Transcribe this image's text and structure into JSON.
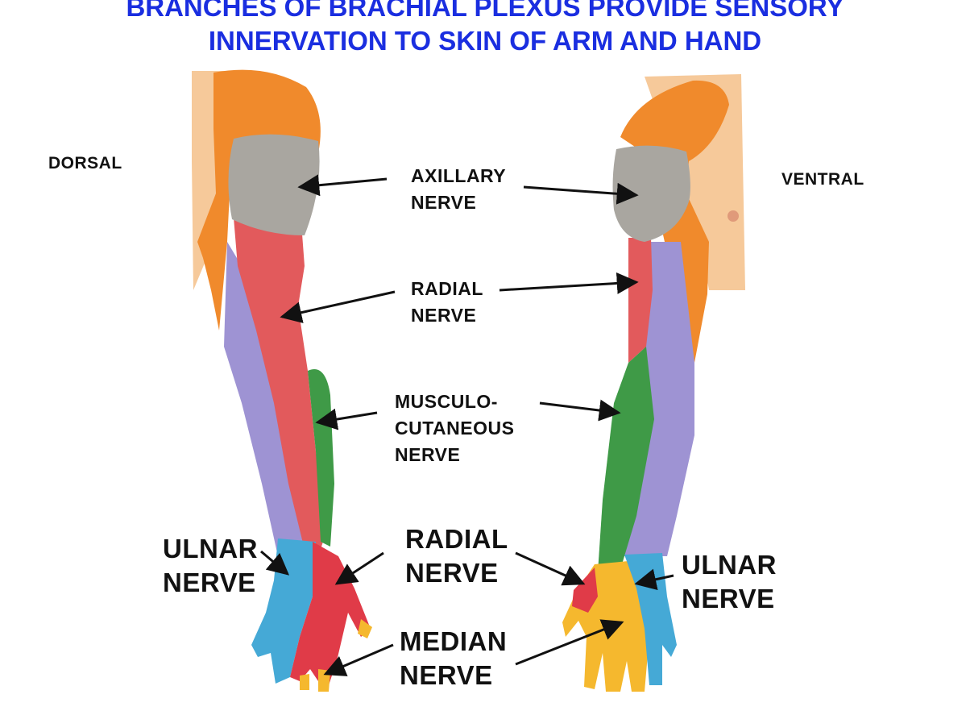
{
  "title": {
    "line1": "BRANCHES OF BRACHIAL PLEXUS PROVIDE SENSORY",
    "line2": "INNERVATION TO SKIN OF ARM AND HAND",
    "color": "#1a2ee0"
  },
  "views": {
    "dorsal": "DORSAL",
    "ventral": "VENTRAL"
  },
  "labels": {
    "axillary": {
      "line1": "AXILLARY",
      "line2": "NERVE"
    },
    "radial_upper": {
      "line1": "RADIAL",
      "line2": "NERVE"
    },
    "musculocutaneous": {
      "line1": "MUSCULO-",
      "line2": "CUTANEOUS",
      "line3": "NERVE"
    },
    "ulnar_dorsal": {
      "line1": "ULNAR",
      "line2": "NERVE"
    },
    "radial_hand": {
      "line1": "RADIAL",
      "line2": "NERVE"
    },
    "ulnar_ventral": {
      "line1": "ULNAR",
      "line2": "NERVE"
    },
    "median": {
      "line1": "MEDIAN",
      "line2": "NERVE"
    }
  },
  "colors": {
    "skin": "#f6c99a",
    "shoulder": "#f08a2c",
    "axillary": "#a9a6a0",
    "radial": "#e25a5c",
    "musculocutaneous": "#3f9a47",
    "ulnar_purple": "#9e93d3",
    "ulnar_hand": "#45a9d6",
    "median": "#f5b82e",
    "radial_hand": "#e03b48",
    "arrow": "#111111"
  }
}
